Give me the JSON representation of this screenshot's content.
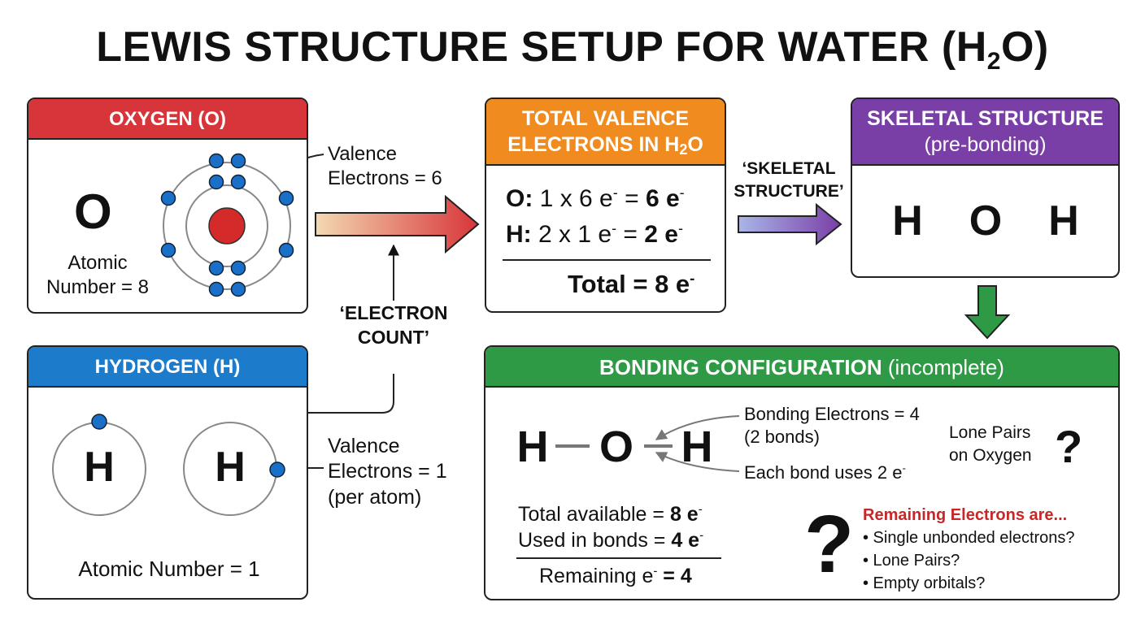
{
  "title_main": "LEWIS STRUCTURE SETUP FOR WATER (H",
  "title_sub": "2",
  "title_end": "O)",
  "colors": {
    "red": "#d8353a",
    "blue": "#1c7bcb",
    "orange": "#ef8b1f",
    "purple": "#7a3ea7",
    "green": "#2f9a45",
    "electron": "#1a70c8",
    "nucleus": "#d42a2a"
  },
  "oxygen": {
    "header": "OXYGEN (O)",
    "symbol": "O",
    "atomic_number_l1": "Atomic",
    "atomic_number_l2": "Number = 8",
    "valence_l1": "Valence",
    "valence_l2": "Electrons = 6"
  },
  "hydrogen": {
    "header": "HYDROGEN (H)",
    "symbol_1": "H",
    "symbol_2": "H",
    "atomic_number": "Atomic Number = 1",
    "valence_l1": "Valence",
    "valence_l2": "Electrons = 1",
    "valence_l3": "(per atom)"
  },
  "electron_count_label_l1": "‘ELECTRON",
  "electron_count_label_l2": "COUNT’",
  "total": {
    "header_l1": "TOTAL VALENCE",
    "header_l2": "ELECTRONS IN H",
    "header_sub": "2",
    "header_end": "O",
    "o_label": "O:",
    "o_calc": "1 x 6 e",
    "o_result": "6 e",
    "h_label": "H:",
    "h_calc": "2 x 1 e",
    "h_result": "2 e",
    "total_label": "Total = 8 e",
    "minus": "-"
  },
  "skeletal_label_l1": "‘SKELETAL",
  "skeletal_label_l2": "STRUCTURE’",
  "skeletal": {
    "header_l1": "SKELETAL STRUCTURE",
    "header_l2": "(pre-bonding)",
    "atom_1": "H",
    "atom_2": "O",
    "atom_3": "H"
  },
  "bonding": {
    "header_bold": "BONDING CONFIGURATION",
    "header_light": "(incomplete)",
    "atom_1": "H",
    "atom_2": "O",
    "atom_3": "H",
    "bonding_l1": "Bonding Electrons = 4",
    "bonding_l2": "(2 bonds)",
    "each_bond": "Each bond uses 2 e",
    "lone_l1": "Lone Pairs",
    "lone_l2": "on Oxygen",
    "question_small": "?",
    "available_label": "Total available = ",
    "available_value": "8 e",
    "used_label": "Used in bonds = ",
    "used_value": "4 e",
    "remaining_label": "Remaining e",
    "remaining_value": " = 4",
    "question_big": "?",
    "remaining_title": "Remaining Electrons are...",
    "options": [
      "• Single unbonded electrons?",
      "• Lone Pairs?",
      "• Empty orbitals?"
    ],
    "minus": "-"
  }
}
